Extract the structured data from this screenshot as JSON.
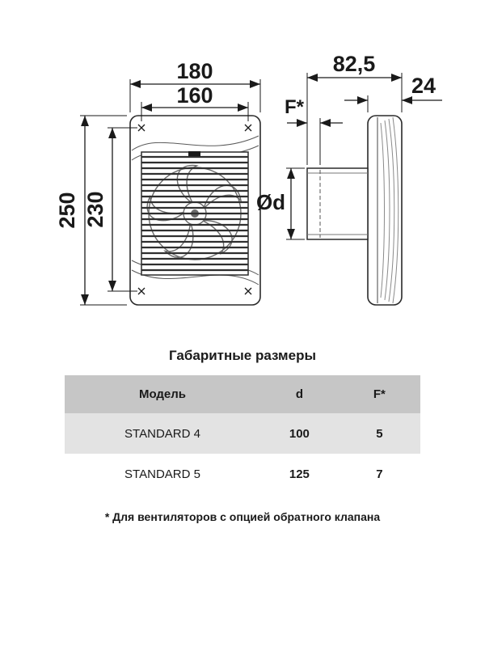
{
  "drawing": {
    "front": {
      "width_outer": "180",
      "width_inner": "160",
      "height_outer": "250",
      "height_inner": "230"
    },
    "side": {
      "depth_total": "82,5",
      "depth_front": "24",
      "valve": "F*",
      "diameter": "Ød"
    }
  },
  "section": {
    "title": "Габаритные размеры",
    "footnote": "* Для вентиляторов с опцией обратного клапана"
  },
  "table": {
    "headers": [
      "Модель",
      "d",
      "F*"
    ],
    "rows": [
      [
        "STANDARD 4",
        "100",
        "5"
      ],
      [
        "STANDARD 5",
        "125",
        "7"
      ]
    ]
  },
  "colors": {
    "line": "#1a1a1a",
    "header_bg": "#c6c6c6",
    "row_alt_bg": "#e3e3e3"
  }
}
